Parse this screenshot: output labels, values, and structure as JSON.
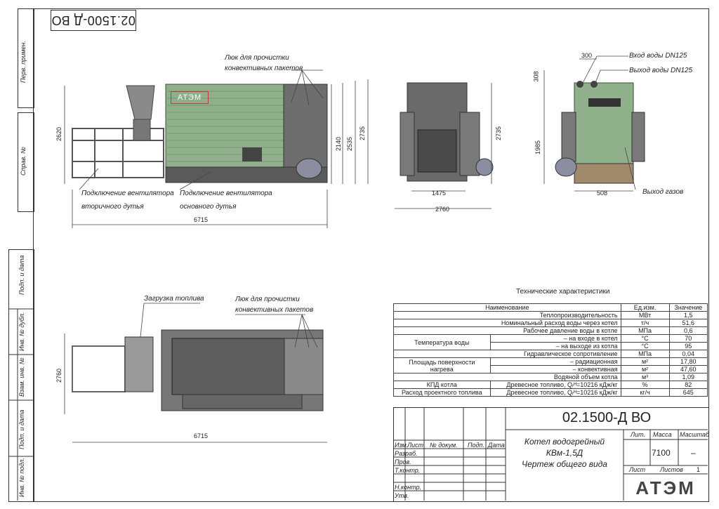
{
  "doc_code": "02.1500-Д ВО",
  "side_stamps": [
    "Перв. примен.",
    "Справ. №",
    "Подп. и дата",
    "Инв. № дубл.",
    "Взам. инв. №",
    "Подп. и дата",
    "Инв. № подл."
  ],
  "views": {
    "side": {
      "label_cleaning": "Люк для прочистки",
      "label_cleaning2": "конвективных пакетов",
      "label_fan_secondary": "Подключение вентилятора",
      "label_fan_secondary2": "вторичного дутья",
      "label_fan_primary": "Подключение вентилятора",
      "label_fan_primary2": "основного дутья",
      "dims": {
        "h_total": "2620",
        "h1": "2140",
        "h2": "2535",
        "h3": "2735",
        "length": "6715"
      }
    },
    "front": {
      "dims": {
        "h": "2735",
        "w1": "1475",
        "w2": "2760"
      }
    },
    "back": {
      "label_in": "Вход воды DN125",
      "label_out": "Выход воды DN125",
      "label_gas": "Выход газов",
      "dims": {
        "w_top": "300",
        "h_top": "308",
        "h": "1985",
        "w_bot": "508"
      }
    },
    "top": {
      "label_fuel": "Загрузка топлива",
      "label_cleaning": "Люк для прочистки",
      "label_cleaning2": "конвективных пакетов",
      "dims": {
        "w": "2760",
        "length": "6715"
      }
    }
  },
  "logo_text": "АТЭМ",
  "tech": {
    "title": "Технические характеристики",
    "headers": [
      "Наименование",
      "Ед.изм.",
      "Значение"
    ],
    "rows": [
      {
        "name": "Теплопроизводительность",
        "unit": "МВт",
        "value": "1,5"
      },
      {
        "name": "Номинальный расход воды через котел",
        "unit": "т/ч",
        "value": "51,6"
      },
      {
        "name": "Рабочее давление воды в котле",
        "unit": "МПа",
        "value": "0,6"
      }
    ],
    "temp": {
      "name": "Температура воды",
      "in": "– на входе в котел",
      "out": "– на выходе из котла",
      "unit": "°С",
      "v_in": "70",
      "v_out": "95"
    },
    "hydro": {
      "name": "Гидравлическое сопротивление",
      "unit": "МПа",
      "value": "0,04"
    },
    "area": {
      "name1": "Площадь поверхности",
      "name2": "нагрева",
      "rad": "– радиационная",
      "conv": "– конвективная",
      "unit": "м²",
      "v_rad": "17,80",
      "v_conv": "47,60"
    },
    "volume": {
      "name": "Водяной объем котла",
      "unit": "м³",
      "value": "1,09"
    },
    "kpd": {
      "name": "КПД котла",
      "fuel": "Древесное топливо, Qᵣᴴ=10216 кДж/кг",
      "unit": "%",
      "value": "82"
    },
    "consumption": {
      "name": "Расход проектного топлива",
      "fuel": "Древесное топливо, Qᵣᴴ=10216 кДж/кг",
      "unit": "кг/ч",
      "value": "645"
    }
  },
  "title_block": {
    "doc_number": "02.1500-Д ВО",
    "name1": "Котел водогрейный",
    "name2": "КВм-1,5Д",
    "name3": "Чертеж общего вида",
    "lit": "Лит.",
    "mass": "Масса",
    "scale": "Масштаб",
    "mass_value": "7100",
    "scale_value": "–",
    "sheet": "Лист",
    "sheets": "Листов",
    "sheets_value": "1",
    "cols": [
      "Изм.",
      "Лист",
      "№ докум.",
      "Подп.",
      "Дата"
    ],
    "roles": [
      "Разраб.",
      "Пров.",
      "Т.контр.",
      "",
      "Н.контр.",
      "Утв."
    ]
  }
}
